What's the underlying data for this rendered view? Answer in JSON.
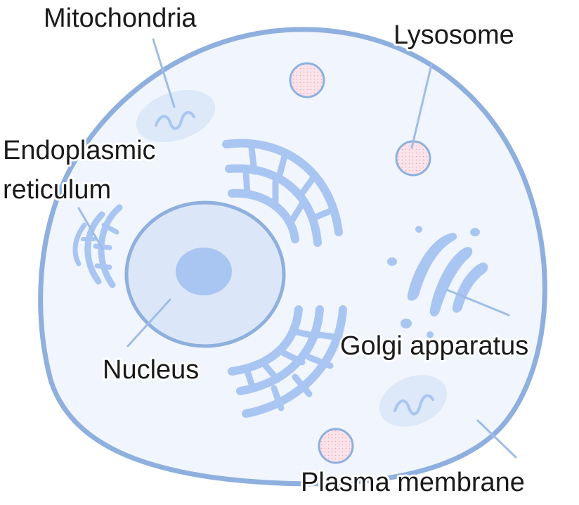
{
  "colors": {
    "membrane": "#8fb0de",
    "cytoplasm": "#f1f5fd",
    "organelle": "#a9c6f2",
    "nucleus_fill": "#dbe7f9",
    "nucleolus": "#a9c6f2",
    "mito_fill": "#dde8f8",
    "lysosome_fill": "#fbe3ea",
    "lysosome_stroke": "#8fb0de",
    "leader": "#9fbde6",
    "text": "#1a1a1a"
  },
  "labels": {
    "mitochondria": "Mitochondria",
    "lysosome": "Lysosome",
    "er_line1": "Endoplasmic",
    "er_line2": "reticulum",
    "nucleus": "Nucleus",
    "golgi": "Golgi apparatus",
    "membrane": "Plasma membrane"
  }
}
